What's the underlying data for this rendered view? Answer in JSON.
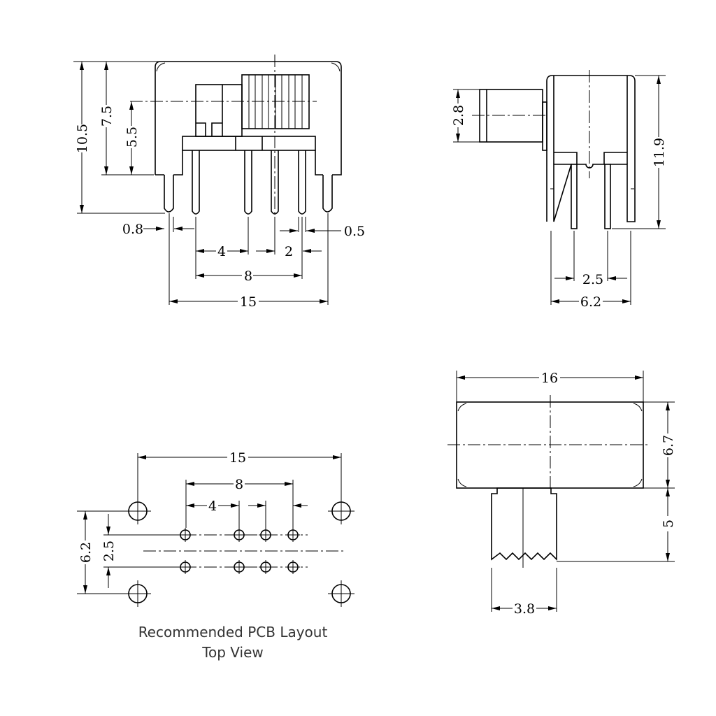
{
  "front_view": {
    "dims": {
      "height_total": "10.5",
      "height_7_5": "7.5",
      "height_5_5": "5.5",
      "pin_width": "0.8",
      "pin_width_small": "0.5",
      "pitch_4": "4",
      "pitch_2": "2",
      "span_8": "8",
      "span_15": "15"
    }
  },
  "side_view": {
    "dims": {
      "actuator_height": "2.8",
      "height_total": "11.9",
      "pin_spacing": "2.5",
      "leg_span": "6.2"
    }
  },
  "pcb_layout": {
    "dims": {
      "span_15": "15",
      "span_8": "8",
      "pitch_4": "4",
      "row_spacing_6_2": "6.2",
      "row_spacing_2_5": "2.5"
    },
    "caption_line1": "Recommended PCB Layout",
    "caption_line2": "Top View"
  },
  "top_view": {
    "dims": {
      "length": "16",
      "width": "6.7",
      "actuator_travel": "5",
      "actuator_width": "3.8"
    }
  }
}
